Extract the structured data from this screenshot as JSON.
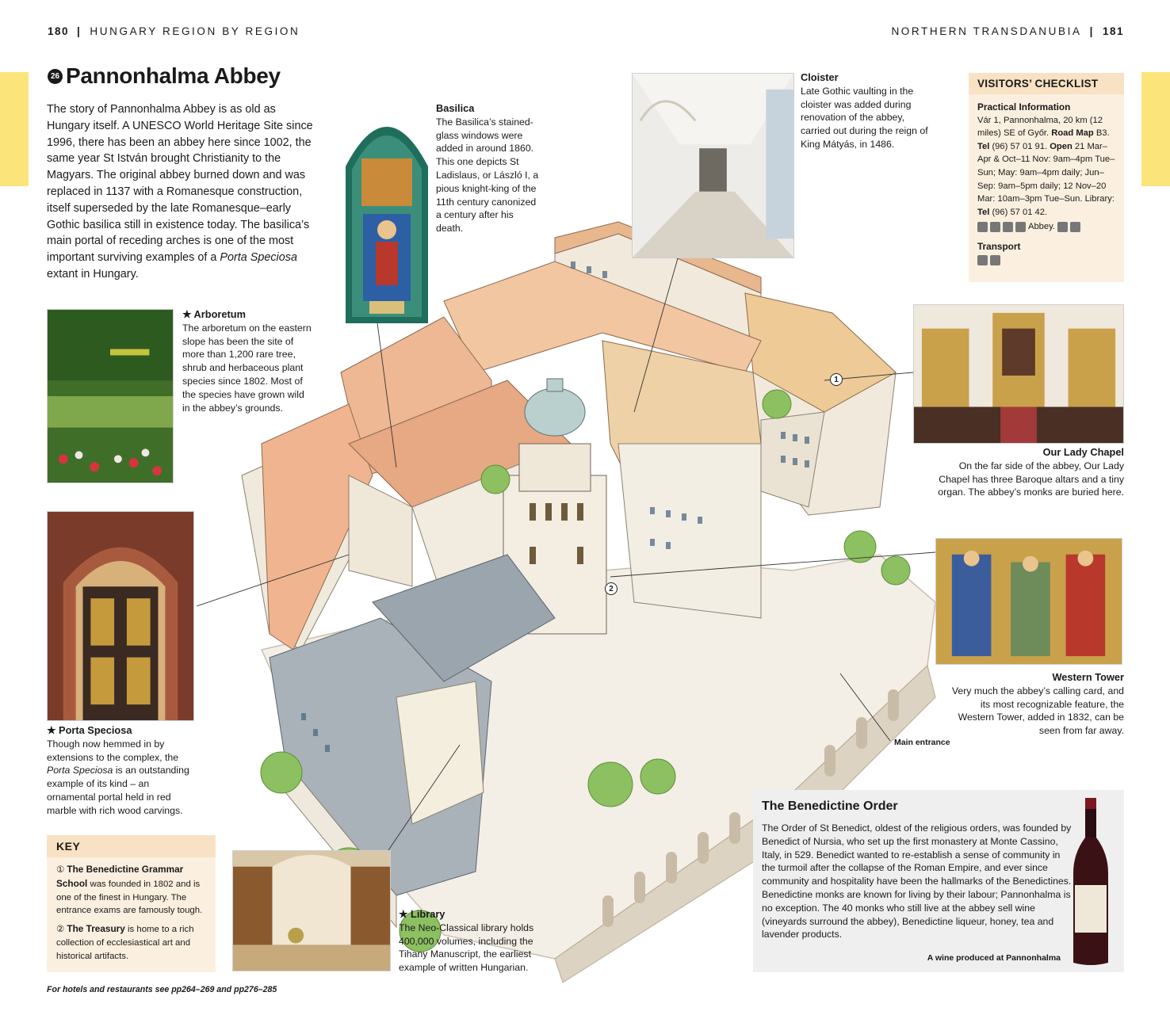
{
  "header": {
    "left_page": "180",
    "left_section": "HUNGARY REGION BY REGION",
    "right_section": "NORTHERN TRANSDANUBIA",
    "right_page": "181",
    "separator": "|"
  },
  "title": {
    "badge": "26",
    "text": "Pannonhalma Abbey"
  },
  "intro": {
    "part1": "The story of Pannonhalma Abbey is as old as Hungary itself. A UNESCO World Heritage Site since 1996, there has been an abbey here since 1002, the same year St István brought Christianity to the Magyars. The original abbey burned down and was replaced in 1137 with a Romanesque construction, itself superseded by the late Romanesque–early Gothic basilica still in existence today. The basilica’s main portal of receding arches is one of the most important surviving examples of a ",
    "italic": "Porta Speciosa",
    "part2": " extant in Hungary."
  },
  "captions": {
    "basilica": {
      "title": "Basilica",
      "text": "The Basilica’s stained-glass windows were added in around 1860. This one depicts St Ladislaus, or László I, a pious knight-king of the 11th century canonized a century after his death."
    },
    "cloister": {
      "title": "Cloister",
      "text": "Late Gothic vaulting in the cloister was added during renovation of the abbey, carried out during the reign of King Mátyás, in 1486."
    },
    "arboretum": {
      "title": "★ Arboretum",
      "text": "The arboretum on the eastern slope has been the site of more than 1,200 rare tree, shrub and herbaceous plant species since 1802. Most of the species have grown wild in the abbey’s grounds."
    },
    "our_lady": {
      "title": "Our Lady Chapel",
      "text": "On the far side of the abbey, Our Lady Chapel has three Baroque altars and a tiny organ. The abbey’s monks are buried here."
    },
    "porta": {
      "title": "★ Porta Speciosa",
      "text1": "Though now hemmed in by extensions to the complex, the ",
      "italic": "Porta Speciosa",
      "text2": " is an outstanding example of its kind – an ornamental portal held in red marble with rich wood carvings."
    },
    "western_tower": {
      "title": "Western Tower",
      "text": "Very much the abbey’s calling card, and its most recognizable feature, the Western Tower, added in 1832, can be seen from far away."
    },
    "library": {
      "title": "★ Library",
      "text": "The Neo-Classical library holds 400,000 volumes, including the Tihany Manuscript, the earliest example of written Hungarian."
    },
    "main_entrance": "Main entrance"
  },
  "checklist": {
    "heading": "VISITORS’ CHECKLIST",
    "practical_title": "Practical Information",
    "address": "Vár 1, Pannonhalma, 20 km (12 miles) SE of Győr. ",
    "road_map_label": "Road Map",
    "road_map_value": " B3.",
    "tel_label": "Tel",
    "tel_value": " (96) 57 01 91. ",
    "open_label": "Open",
    "open_value": " 21 Mar–Apr & Oct–11 Nov: 9am–4pm Tue–Sun; May: 9am–4pm daily; Jun–Sep: 9am–5pm daily; 12 Nov–20 Mar: 10am–3pm Tue–Sun. Library: ",
    "tel2_label": "Tel",
    "tel2_value": " (96) 57 01 42.",
    "abbey_word": "Abbey.",
    "transport_title": "Transport"
  },
  "key": {
    "heading": "KEY",
    "item1_marker": "①",
    "item1_bold": "The Benedictine Grammar School",
    "item1_text": " was founded in 1802 and is one of the finest in Hungary. The entrance exams are famously tough.",
    "item2_marker": "②",
    "item2_bold": "The Treasury",
    "item2_text": " is home to a rich collection of ecclesiastical art and historical artifacts."
  },
  "markers": {
    "one": "1",
    "two": "2"
  },
  "benedictine": {
    "heading": "The Benedictine Order",
    "text": "The Order of St Benedict, oldest of the religious orders, was founded by Benedict of Nursia, who set up the first monastery at Monte Cassino, Italy, in 529. Benedict wanted to re-establish a sense of community in the turmoil after the collapse of the Roman Empire, and ever since community and hospitality have been the hallmarks of the Benedictines. Benedictine monks are known for living by their labour; Pannonhalma is no exception. The 40 monks who still live at the abbey sell wine (vineyards surround the abbey), Benedictine liqueur, honey, tea and lavender products.",
    "wine_caption": "A wine produced at Pannonhalma"
  },
  "footer": "For hotels and restaurants see pp264–269 and pp276–285",
  "colors": {
    "tab_yellow": "#fbe57a",
    "box_cream": "#fbf0e0",
    "box_head": "#f8e2c3",
    "bened_grey": "#efefef"
  }
}
